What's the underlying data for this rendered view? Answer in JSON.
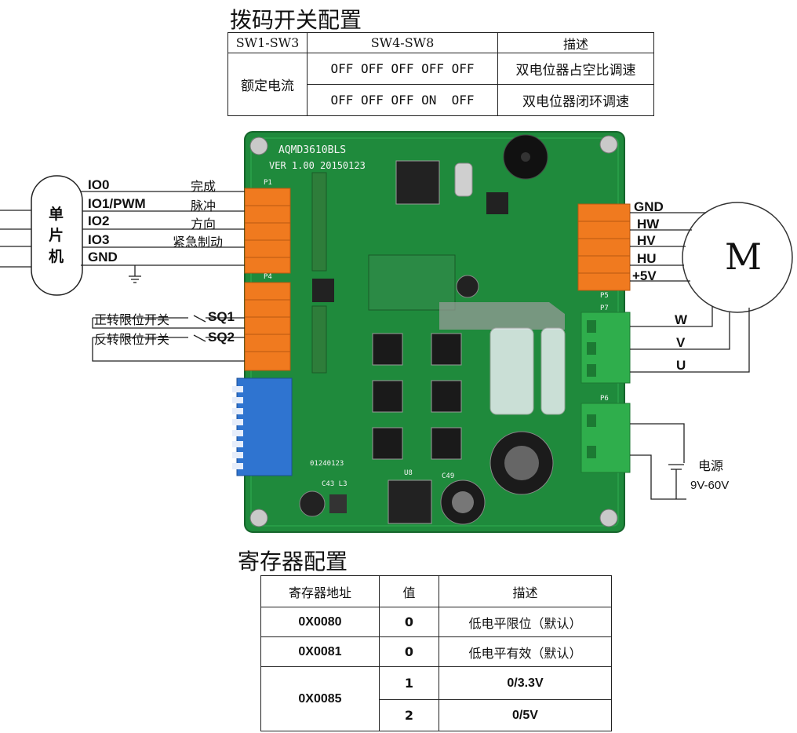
{
  "dip_section": {
    "title": "拨码开关配置",
    "header": {
      "col1": "SW1-SW3",
      "col2": "SW4-SW8",
      "col3": "描述"
    },
    "row_label": "额定电流",
    "rows": [
      {
        "states": "OFF OFF OFF OFF OFF",
        "desc": "双电位器占空比调速"
      },
      {
        "states": "OFF OFF OFF ON  OFF",
        "desc": "双电位器闭环调速"
      }
    ]
  },
  "mcu": {
    "label_line1": "单",
    "label_line2": "片",
    "label_line3": "机",
    "pins": [
      "IO0",
      "IO1/PWM",
      "IO2",
      "IO3",
      "GND"
    ],
    "functions": [
      "完成",
      "脉冲",
      "方向",
      "紧急制动"
    ]
  },
  "limit_switches": [
    {
      "label": "正转限位开关",
      "name": "SQ1"
    },
    {
      "label": "反转限位开关",
      "name": "SQ2"
    }
  ],
  "motor": {
    "label": "M",
    "hall_pins": [
      "GND",
      "HW",
      "HV",
      "HU",
      "+5V"
    ],
    "phase_pins": [
      "W",
      "V",
      "U"
    ]
  },
  "power": {
    "label": "电源",
    "range": "9V-60V"
  },
  "board": {
    "model": "AQMD3610BLS",
    "version": "VER 1.00 20150123",
    "serial": "01240123",
    "connector_labels": [
      "P1",
      "P4",
      "P5",
      "P7",
      "P6",
      "U8",
      "C49",
      "C43 L3"
    ]
  },
  "register_section": {
    "title": "寄存器配置",
    "header": {
      "addr": "寄存器地址",
      "value": "值",
      "desc": "描述"
    },
    "rows": [
      {
        "addr": "0X0080",
        "value": "0",
        "desc": "低电平限位（默认）"
      },
      {
        "addr": "0X0081",
        "value": "0",
        "desc": "低电平有效（默认）"
      },
      {
        "addr": "0X0085",
        "value": "1",
        "desc": "0/3.3V"
      },
      {
        "value": "2",
        "desc": "0/5V"
      }
    ]
  },
  "colors": {
    "pcb": "#1f8a3c",
    "orange": "#f07a1f",
    "green_terminal": "#2fae4c",
    "dip_blue": "#2f74d0"
  }
}
